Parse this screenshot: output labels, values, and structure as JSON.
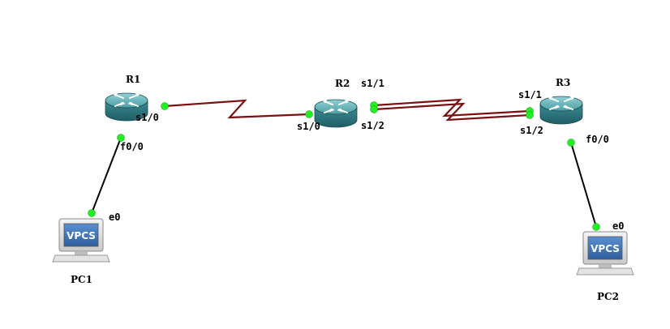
{
  "topology": {
    "devices": [
      {
        "id": "R1",
        "name": "R1",
        "type": "router"
      },
      {
        "id": "R2",
        "name": "R2",
        "type": "router"
      },
      {
        "id": "R3",
        "name": "R3",
        "type": "router"
      },
      {
        "id": "PC1",
        "name": "PC1",
        "type": "vpcs",
        "screen_text": "VPCS"
      },
      {
        "id": "PC2",
        "name": "PC2",
        "type": "vpcs",
        "screen_text": "VPCS"
      }
    ],
    "interfaces": {
      "r1_s1_0": "s1/0",
      "r1_f0_0": "f0/0",
      "r2_s1_0": "s1/0",
      "r2_s1_1": "s1/1",
      "r2_s1_2": "s1/2",
      "r3_s1_1": "s1/1",
      "r3_s1_2": "s1/2",
      "r3_f0_0": "f0/0",
      "pc1_e0": "e0",
      "pc2_e0": "e0"
    },
    "links": [
      {
        "from": "R1 s1/0",
        "to": "R2 s1/0",
        "type": "serial"
      },
      {
        "from": "R2 s1/1",
        "to": "R3 s1/1",
        "type": "serial"
      },
      {
        "from": "R2 s1/2",
        "to": "R3 s1/2",
        "type": "serial"
      },
      {
        "from": "R1 f0/0",
        "to": "PC1 e0",
        "type": "ethernet"
      },
      {
        "from": "R3 f0/0",
        "to": "PC2 e0",
        "type": "ethernet"
      }
    ],
    "colors": {
      "serial_link": "#7a1010",
      "ethernet_link": "#000000",
      "port_up": "#22ee22",
      "router_body": "#3f8f96",
      "vpcs_screen": "#3a6fb0"
    }
  }
}
